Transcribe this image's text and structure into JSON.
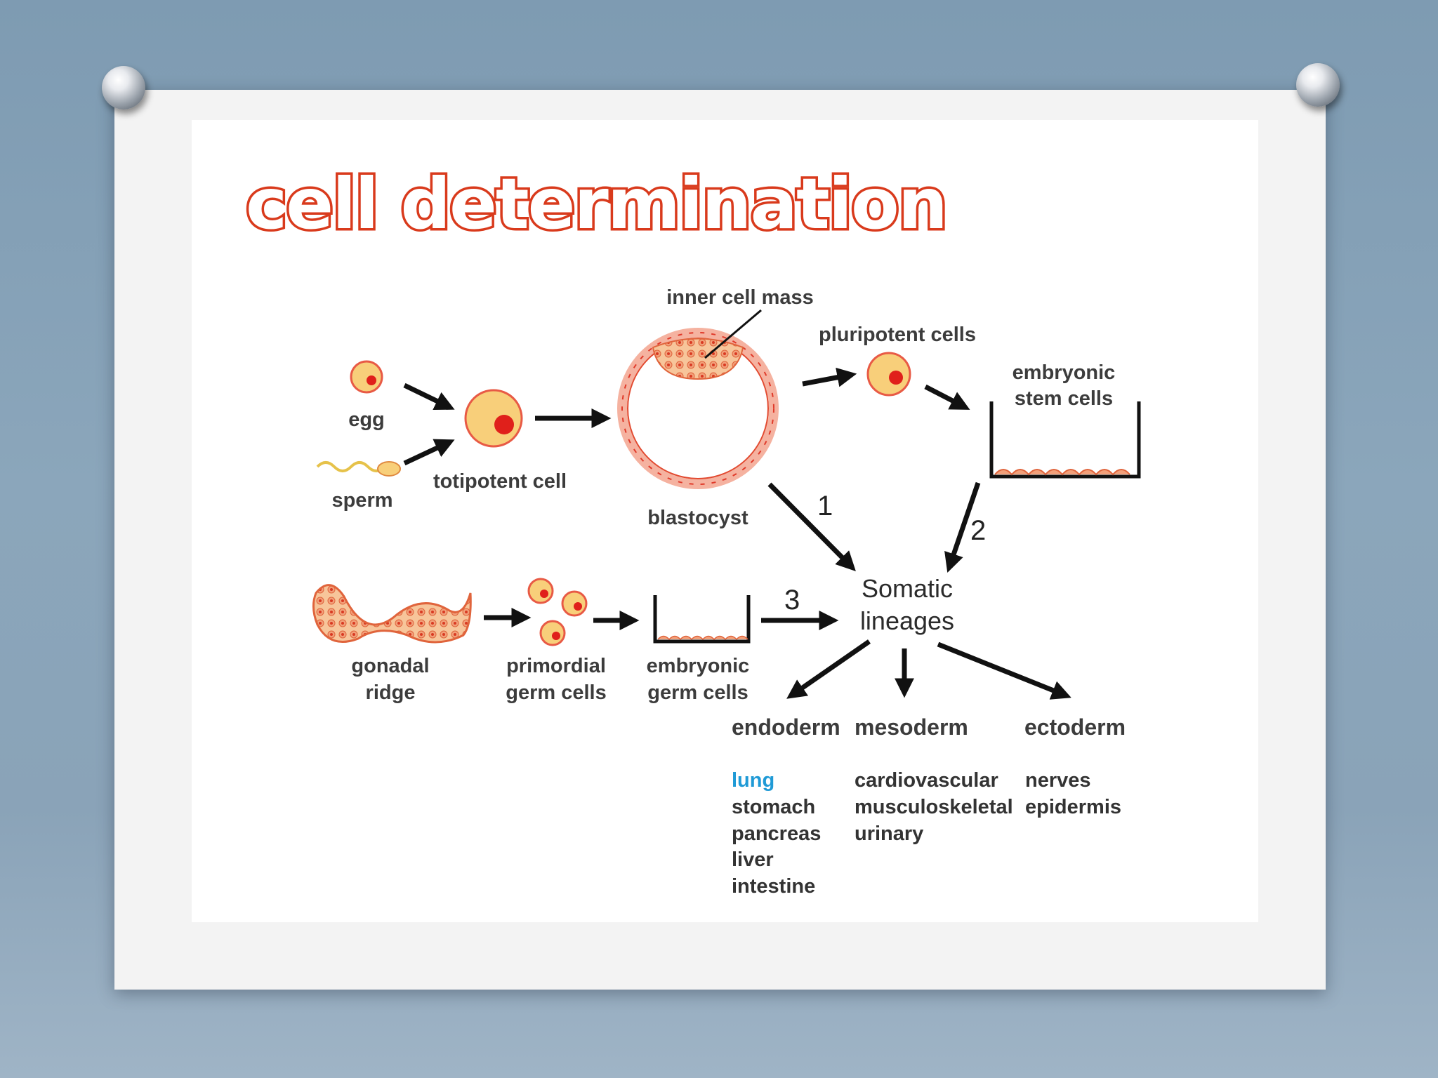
{
  "title": "cell determination",
  "labels": {
    "egg": "egg",
    "sperm": "sperm",
    "totipotent": "totipotent cell",
    "inner_cell_mass": "inner cell mass",
    "blastocyst": "blastocyst",
    "pluripotent": "pluripotent cells",
    "esc_line1": "embryonic",
    "esc_line2": "stem cells",
    "somatic_line1": "Somatic",
    "somatic_line2": "lineages",
    "gonadal_line1": "gonadal",
    "gonadal_line2": "ridge",
    "pgc_line1": "primordial",
    "pgc_line2": "germ cells",
    "egc_line1": "embryonic",
    "egc_line2": "germ cells"
  },
  "paths": [
    "1",
    "2",
    "3"
  ],
  "germ_layers": [
    {
      "name": "endoderm",
      "tissues": [
        "lung",
        "stomach",
        "pancreas",
        "liver",
        "intestine"
      ]
    },
    {
      "name": "mesoderm",
      "tissues": [
        "cardiovascular",
        "musculoskeletal",
        "urinary"
      ]
    },
    {
      "name": "ectoderm",
      "tissues": [
        "nerves",
        "epidermis"
      ]
    }
  ],
  "colors": {
    "title_outline": "#d93a1c",
    "cell_fill": "#f8cf7a",
    "nucleus": "#e0201b",
    "highlight_tissue": "#1f9ad6"
  }
}
